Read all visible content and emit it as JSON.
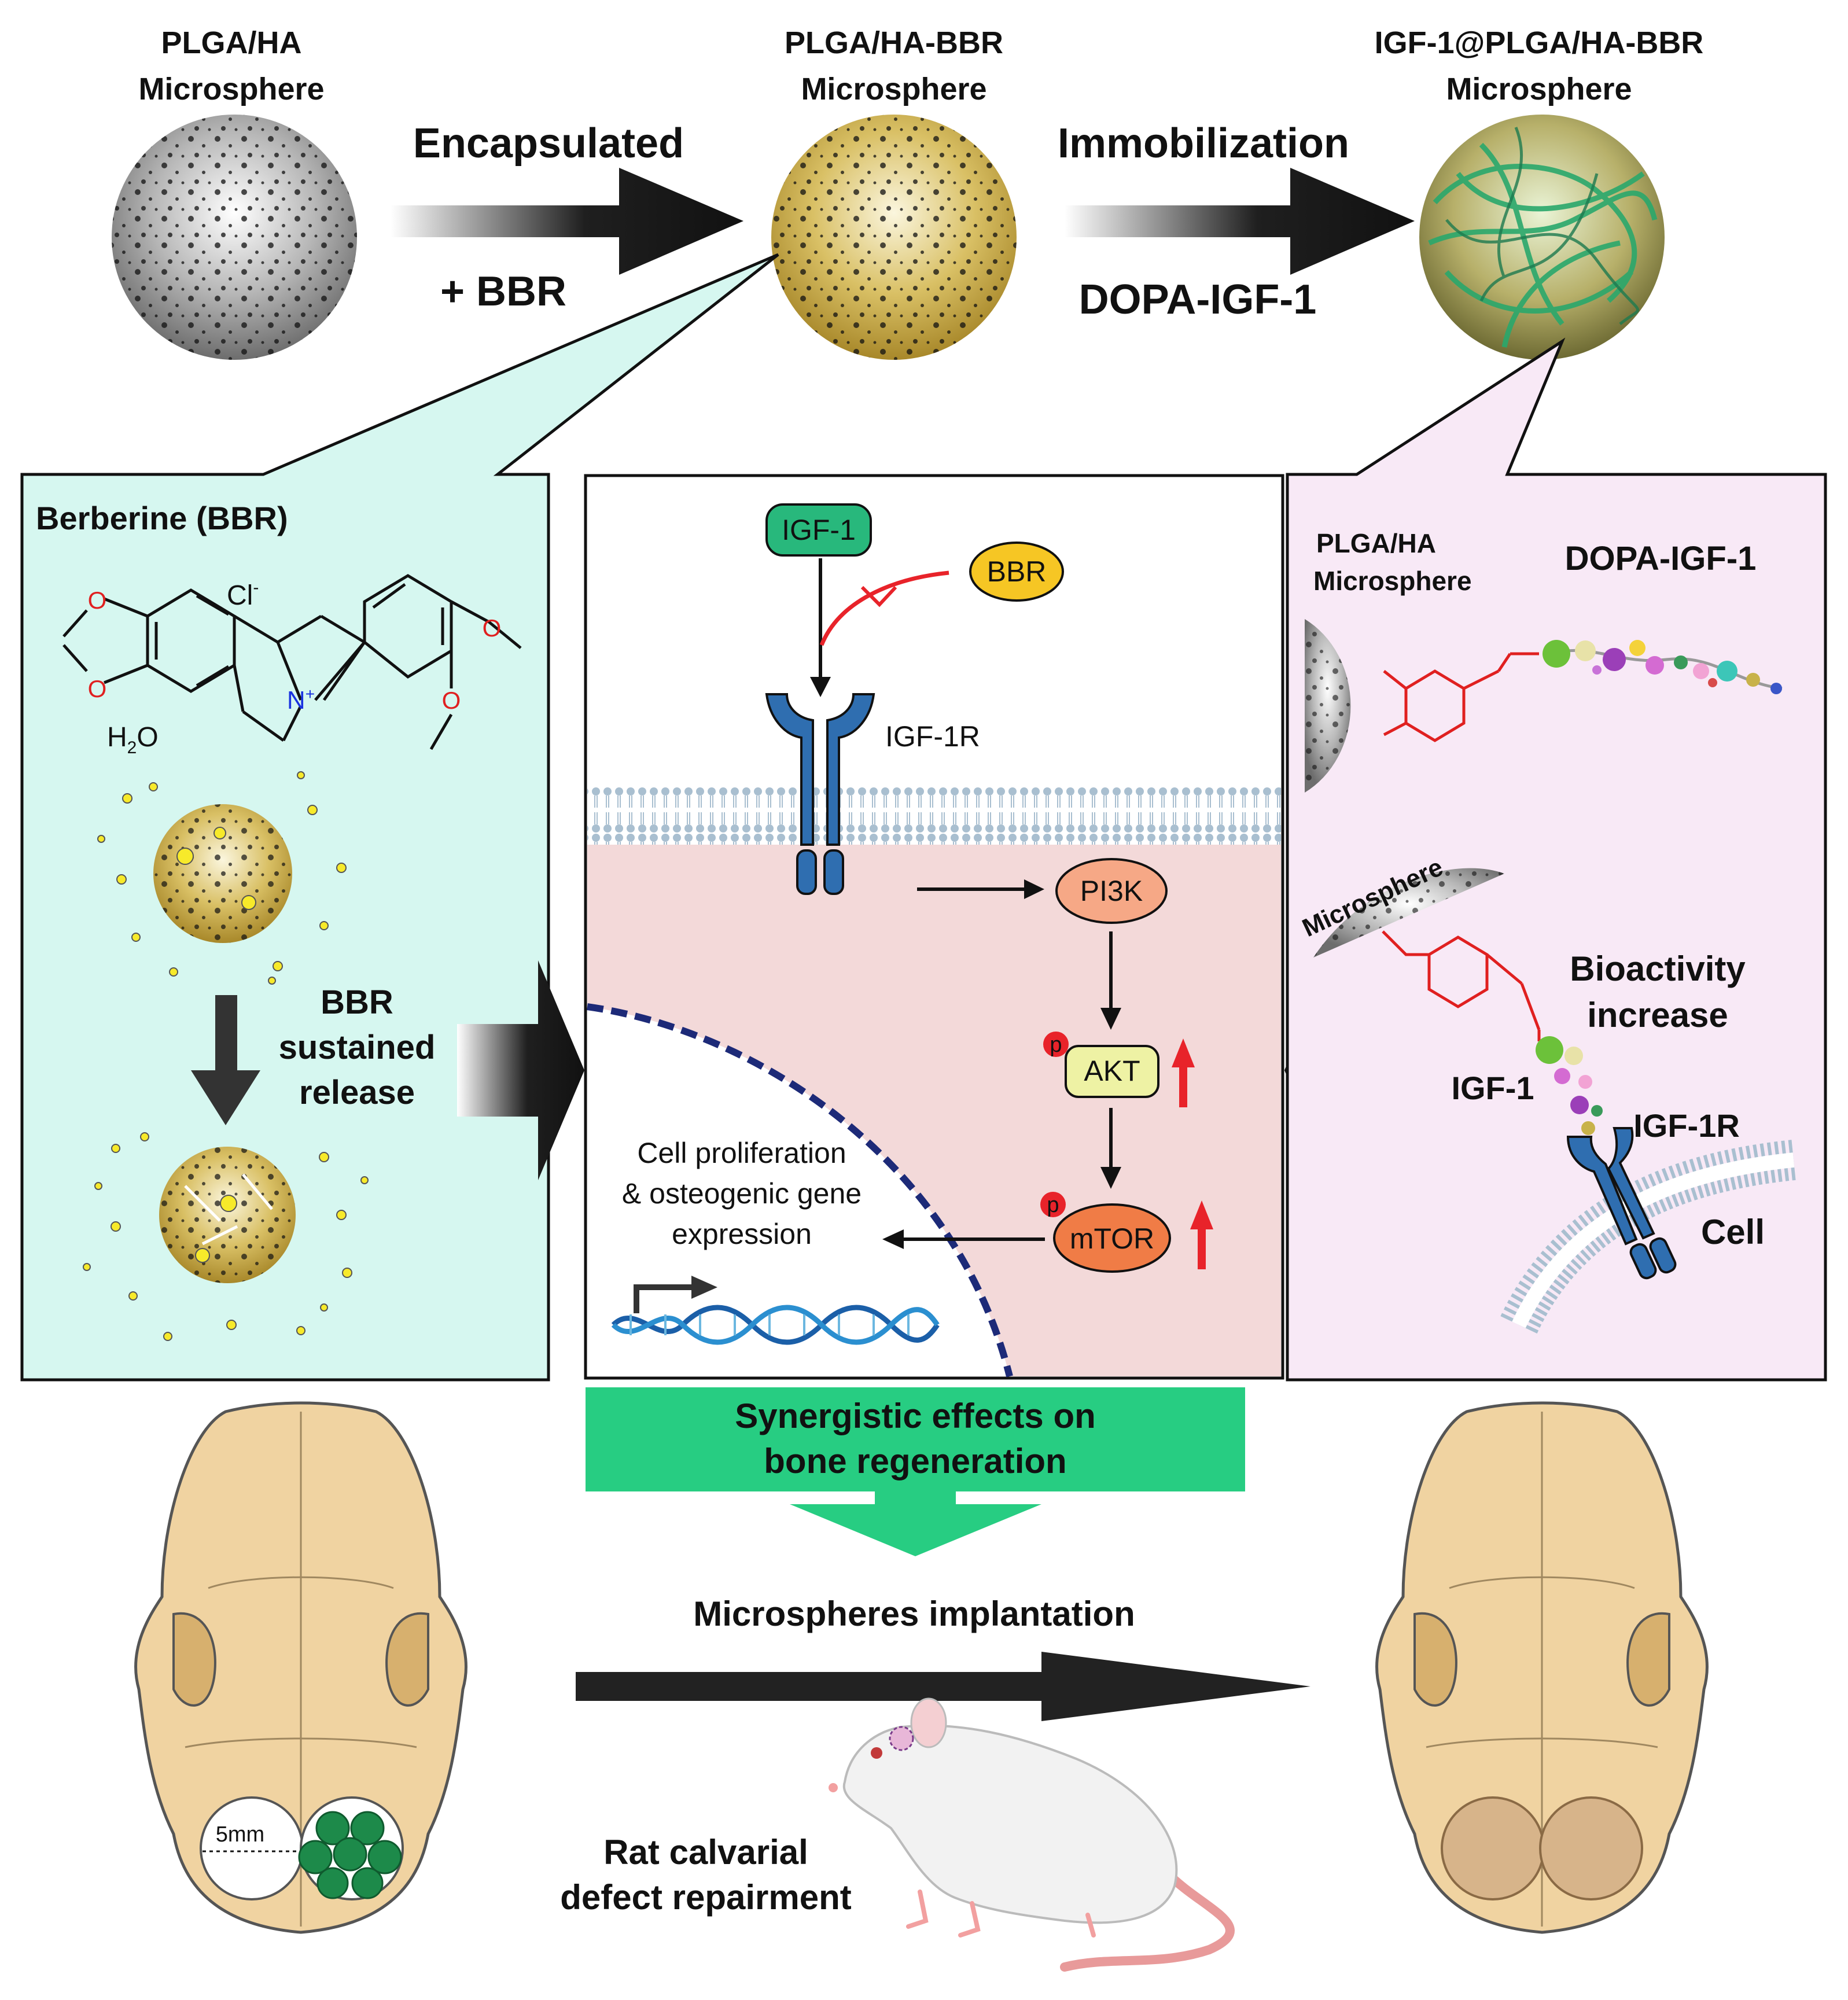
{
  "top": {
    "sphere1_label_line1": "PLGA/HA",
    "sphere1_label_line2": "Microsphere",
    "sphere2_label_line1": "PLGA/HA-BBR",
    "sphere2_label_line2": "Microsphere",
    "sphere3_label_line1": "IGF-1@PLGA/HA-BBR",
    "sphere3_label_line2": "Microsphere",
    "arrow1_top": "Encapsulated",
    "arrow1_bottom": "+ BBR",
    "arrow2_top": "Immobilization",
    "arrow2_bottom": "DOPA-IGF-1"
  },
  "left_panel": {
    "title": "Berberine (BBR)",
    "chloride": "Cl",
    "chloride_sup": "-",
    "water_h": "H",
    "water_sub": "2",
    "water_o": "O",
    "atom_o": "O",
    "atom_n": "N",
    "atom_n_sup": "+",
    "release_line1": "BBR",
    "release_line2": "sustained",
    "release_line3": "release"
  },
  "center_panel": {
    "igf1": "IGF-1",
    "bbr": "BBR",
    "igf1r": "IGF-1R",
    "pi3k": "PI3K",
    "akt": "AKT",
    "mtor": "mTOR",
    "p": "p",
    "outcome_line1": "Cell proliferation",
    "outcome_line2": "& osteogenic gene",
    "outcome_line3": "expression"
  },
  "right_panel": {
    "ms_line1": "PLGA/HA",
    "ms_line2": "Microsphere",
    "dopa_igf1": "DOPA-IGF-1",
    "microsphere": "Microsphere",
    "bio_line1": "Bioactivity",
    "bio_line2": "increase",
    "igf1": "IGF-1",
    "igf1r": "IGF-1R",
    "cell": "Cell"
  },
  "bottom": {
    "synergy_line1": "Synergistic effects on",
    "synergy_line2": "bone regeneration",
    "implant": "Microspheres implantation",
    "rat_line1": "Rat calvarial",
    "rat_line2": "defect repairment",
    "defect_size": "5mm"
  },
  "colors": {
    "left_panel_bg": "#d6f7f0",
    "center_cytoplasm": "#f3d9d9",
    "right_panel_bg": "#f8e9f6",
    "synergy_green": "#27cd82",
    "bbr_gold": "#c9a935",
    "igf_green": "#28b87c",
    "bone": "#f0d3a1",
    "arrow_red": "#e8232a"
  }
}
